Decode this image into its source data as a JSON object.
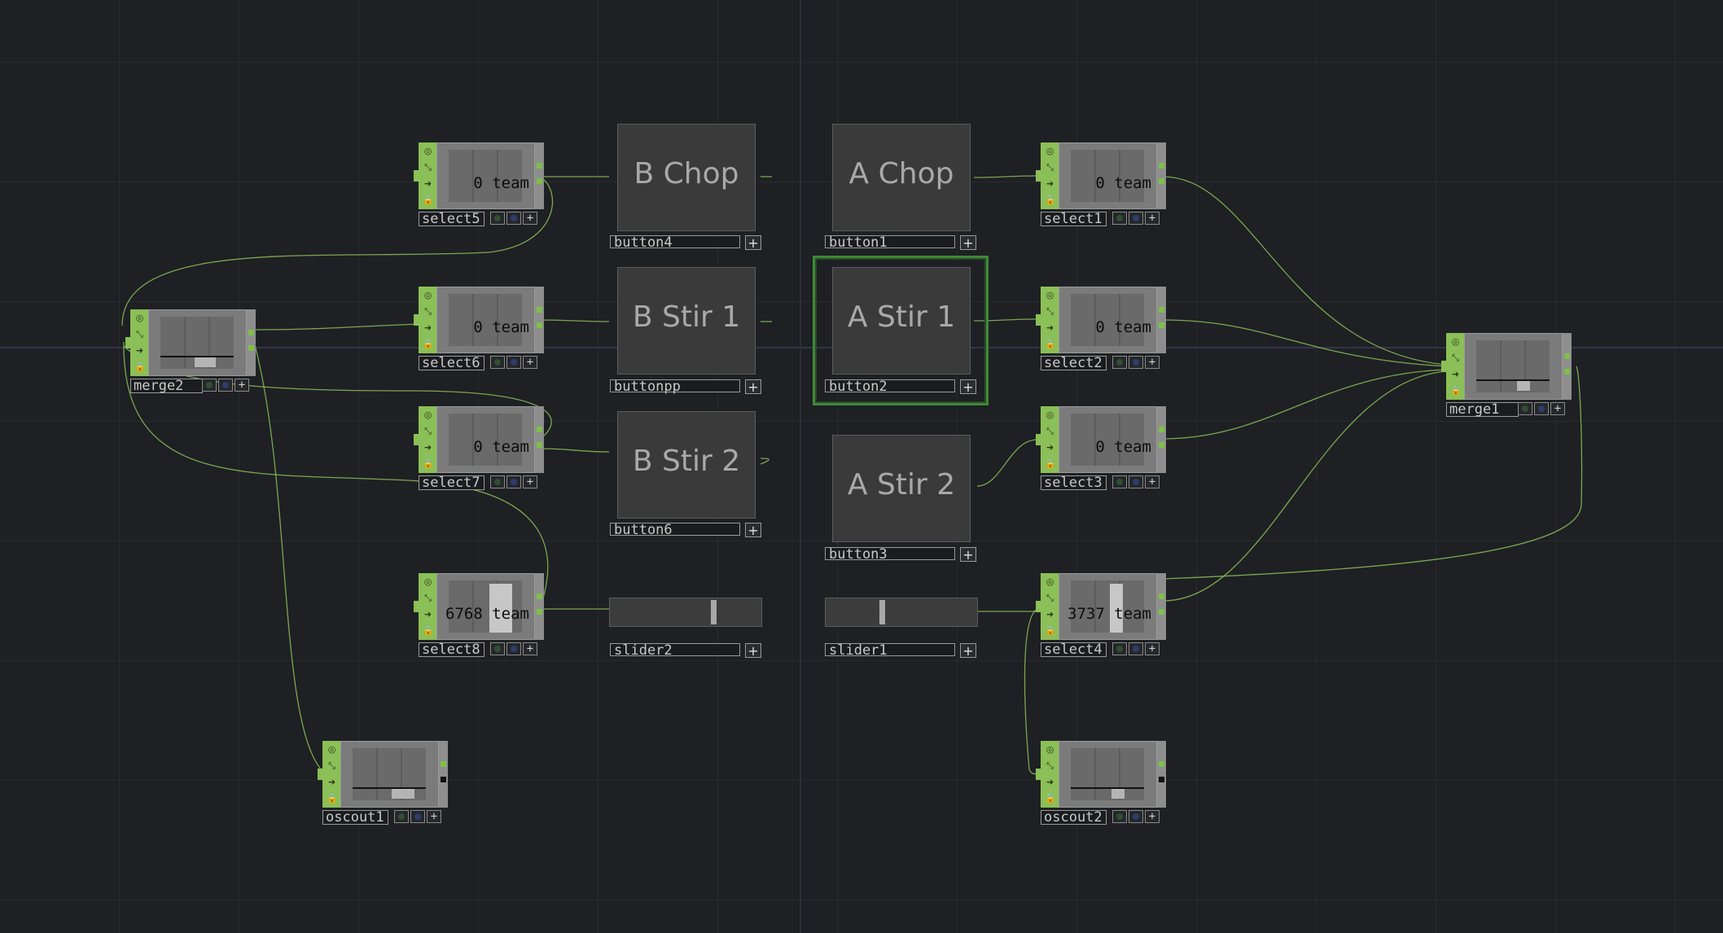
{
  "chops": {
    "select5": {
      "name": "select5",
      "value": "0 team"
    },
    "select6": {
      "name": "select6",
      "value": "0 team"
    },
    "select7": {
      "name": "select7",
      "value": "0 team"
    },
    "select8": {
      "name": "select8",
      "value": "6768 team"
    },
    "select1": {
      "name": "select1",
      "value": "0 team"
    },
    "select2": {
      "name": "select2",
      "value": "0 team"
    },
    "select3": {
      "name": "select3",
      "value": "0 team"
    },
    "select4": {
      "name": "select4",
      "value": "3737 team"
    },
    "merge1": {
      "name": "merge1"
    },
    "merge2": {
      "name": "merge2"
    },
    "oscout1": {
      "name": "oscout1"
    },
    "oscout2": {
      "name": "oscout2"
    }
  },
  "panels": {
    "button4": {
      "name": "button4",
      "text": "B Chop"
    },
    "buttonpp": {
      "name": "buttonpp",
      "text": "B Stir 1"
    },
    "button6": {
      "name": "button6",
      "text": "B Stir 2"
    },
    "button1": {
      "name": "button1",
      "text": "A Chop"
    },
    "button2": {
      "name": "button2",
      "text": "A Stir 1",
      "selected": true
    },
    "button3": {
      "name": "button3",
      "text": "A Stir 2"
    },
    "slider2": {
      "name": "slider2",
      "value": 0.69
    },
    "slider1": {
      "name": "slider1",
      "value": 0.37
    }
  },
  "icons": {
    "rail": [
      "viewer-icon",
      "bypass-icon",
      "arrow-icon",
      "lock-icon"
    ],
    "plus": "+"
  },
  "colors": {
    "background": "#1e2024",
    "wire": "#8bbf57",
    "selected": "#3f8a37",
    "operator_rail": "#8bbf57"
  }
}
